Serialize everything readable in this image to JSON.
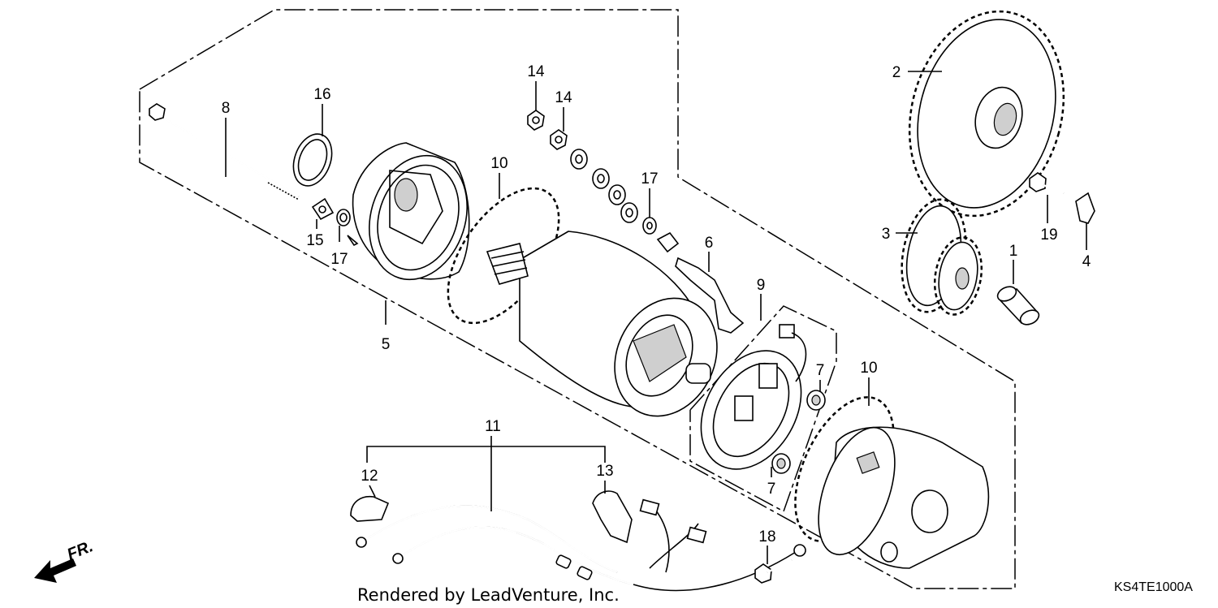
{
  "callouts": [
    "8",
    "16",
    "15",
    "17",
    "5",
    "10",
    "14",
    "14",
    "17",
    "6",
    "9",
    "7",
    "10",
    "7",
    "2",
    "3",
    "19",
    "4",
    "1",
    "11",
    "12",
    "13",
    "18"
  ],
  "credit": "Rendered by LeadVenture, Inc.",
  "diagram_code": "KS4TE1000A",
  "front_marker": "FR."
}
